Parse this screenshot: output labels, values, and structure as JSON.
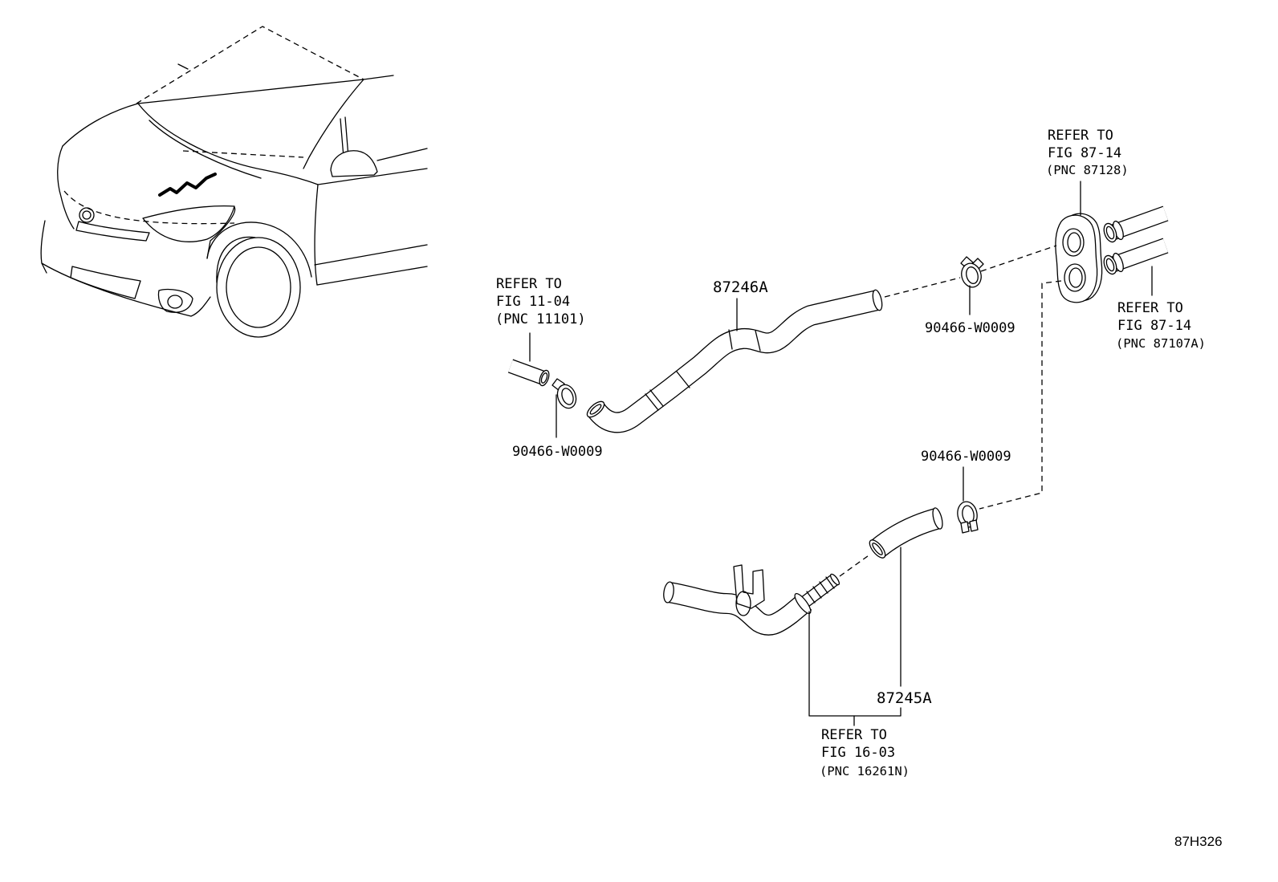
{
  "callouts": {
    "grommet_ref": {
      "line1": "REFER TO",
      "line2": "FIG 87-14",
      "line3": "(PNC 87128)"
    },
    "pipe_ref": {
      "line1": "REFER TO",
      "line2": "FIG 87-14",
      "line3": "(PNC 87107A)"
    },
    "engine_ref": {
      "line1": "REFER TO",
      "line2": "FIG 11-04",
      "line3": "(PNC 11101)"
    },
    "valve_ref": {
      "line1": "REFER TO",
      "line2": "FIG 16-03",
      "line3": "(PNC 16261N)"
    }
  },
  "parts": {
    "hose_upper": "87246A",
    "hose_lower": "87245A",
    "clamp_top": "90466-W0009",
    "clamp_left": "90466-W0009",
    "clamp_lower": "90466-W0009"
  },
  "figure_code": "87H326",
  "colors": {
    "line": "#000000",
    "background": "#ffffff"
  }
}
